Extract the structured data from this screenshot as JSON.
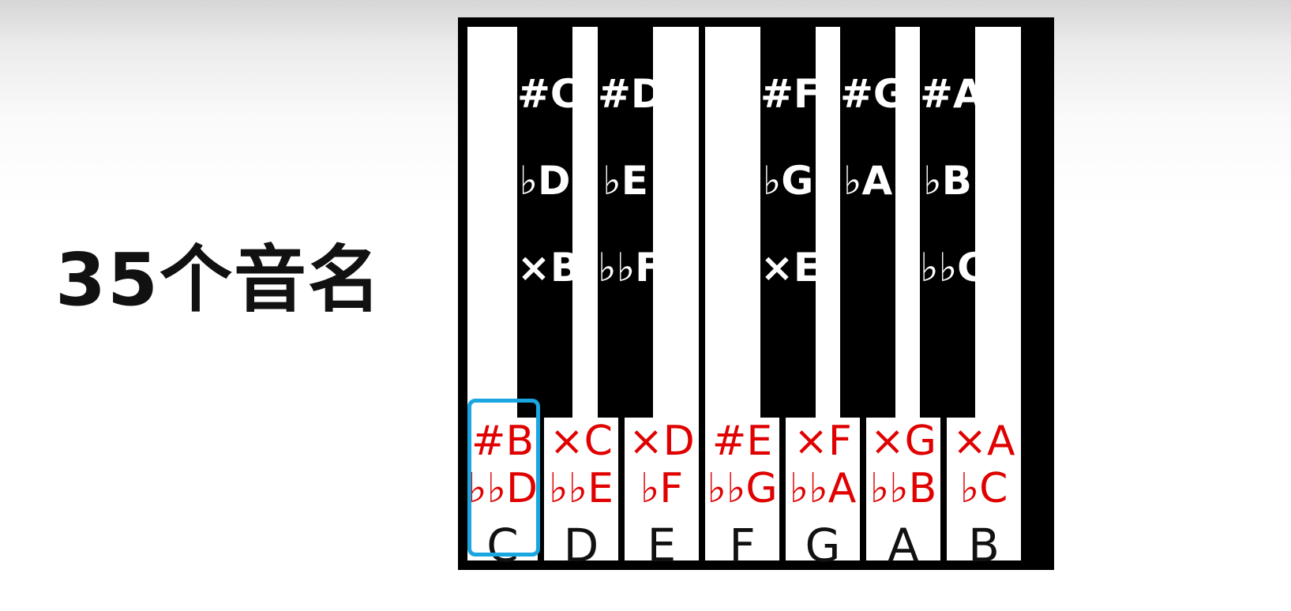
{
  "title": "35个音名",
  "black_keys": [
    {
      "labels": [
        "#C",
        "♭D",
        "×B"
      ]
    },
    {
      "labels": [
        "#D",
        "♭E",
        "♭♭F"
      ]
    },
    {
      "labels": [
        "#F",
        "♭G",
        "×E"
      ]
    },
    {
      "labels": [
        "#G",
        "♭A",
        ""
      ]
    },
    {
      "labels": [
        "#A",
        "♭B",
        "♭♭C"
      ]
    }
  ],
  "white_keys": [
    {
      "enharmonics": [
        "#B",
        "♭♭D"
      ],
      "name": "C"
    },
    {
      "enharmonics": [
        "×C",
        "♭♭E"
      ],
      "name": "D"
    },
    {
      "enharmonics": [
        "×D",
        "♭F"
      ],
      "name": "E"
    },
    {
      "enharmonics": [
        "#E",
        "♭♭G"
      ],
      "name": "F"
    },
    {
      "enharmonics": [
        "×F",
        "♭♭A"
      ],
      "name": "G"
    },
    {
      "enharmonics": [
        "×G",
        "♭♭B"
      ],
      "name": "A"
    },
    {
      "enharmonics": [
        "×A",
        "♭C"
      ],
      "name": "B"
    }
  ],
  "colors": {
    "enharmonic_text": "#e00000",
    "highlight_border": "#1aa6e0",
    "black_key": "#000000",
    "white_key": "#ffffff"
  }
}
